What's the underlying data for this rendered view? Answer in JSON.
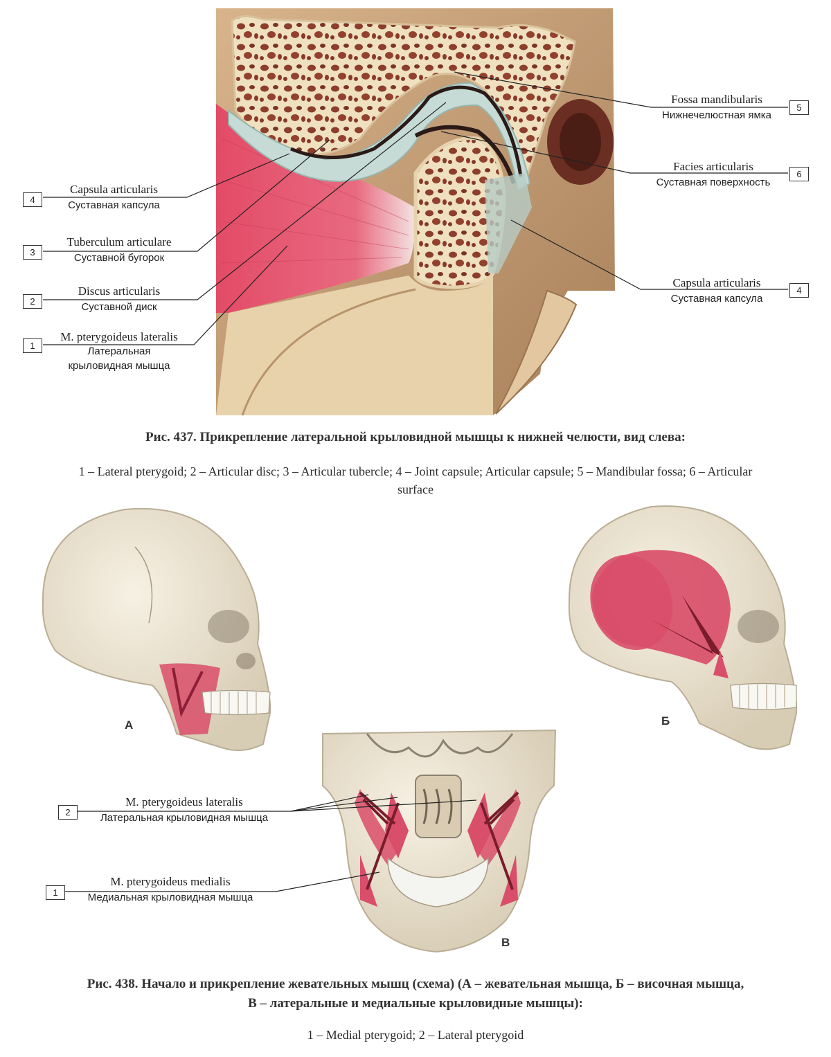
{
  "fig437": {
    "labels": {
      "fossa": {
        "number": "5",
        "latin": "Fossa mandibularis",
        "russian": "Нижнечелюстная ямка"
      },
      "facies": {
        "number": "6",
        "latin": "Facies articularis",
        "russian": "Суставная поверхность"
      },
      "capsula_right": {
        "number": "4",
        "latin": "Capsula articularis",
        "russian": "Суставная капсула"
      },
      "capsula_left": {
        "number": "4",
        "latin": "Capsula articularis",
        "russian": "Суставная капсула"
      },
      "tuberculum": {
        "number": "3",
        "latin": "Tuberculum articulare",
        "russian": "Суставной бугорок"
      },
      "discus": {
        "number": "2",
        "latin": "Discus articularis",
        "russian": "Суставной диск"
      },
      "pterygoideus": {
        "number": "1",
        "latin": "M. pterygoideus lateralis",
        "russian_line1": "Латеральная",
        "russian_line2": "крыловидная мышца"
      }
    },
    "caption": "Рис. 437. Прикрепление латеральной крыловидной мышцы к нижней челюсти, вид слева:",
    "legend_line1": "1 – Lateral pterygoid; 2 – Articular disc; 3 – Articular tubercle; 4 – Joint capsule; Articular capsule; 5 – Mandibular fossa; 6 – Articular",
    "legend_line2": "surface"
  },
  "fig438": {
    "letters": {
      "a": "А",
      "b": "Б",
      "v": "В"
    },
    "labels": {
      "lateralis": {
        "number": "2",
        "latin": "M. pterygoideus lateralis",
        "russian": "Латеральная крыловидная мышца"
      },
      "medialis": {
        "number": "1",
        "latin": "M. pterygoideus medialis",
        "russian": "Медиальная крыловидная мышца"
      }
    },
    "caption_line1": "Рис. 438. Начало и прикрепление жевательных мышц (схема) (А – жевательная мышца, Б – височная мышца,",
    "caption_line2": "В – латеральные и медиальные крыловидные мышцы):",
    "legend": "1 – Medial pterygoid; 2 – Lateral pterygoid"
  },
  "colors": {
    "bone": "#efe2c4",
    "bone_dark": "#c9a27a",
    "muscle": "#e0506a",
    "cartilage": "#c9dcd6",
    "marrow": "#8a3a2a"
  }
}
